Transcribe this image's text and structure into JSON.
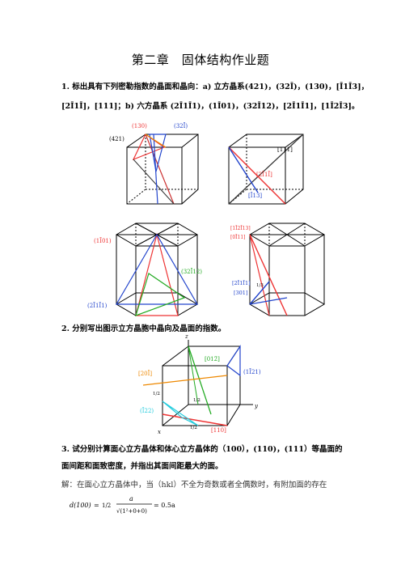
{
  "title": "第二章　固体结构作业题",
  "q1": {
    "line1": "1. 标出具有下列密勒指数的晶面和晶向：a) 立方晶系(421)，(32Ī)，(130)，[Ī1Ī3]，",
    "line2": "[2Ī1Ī]，[111]；b) 六方晶系 (2Ī1Ī1)，(1Ī01)，(32Ī12)，[2Ī1Ī1]，[1Ī2Ī3]。"
  },
  "fig1": {
    "cube_a": {
      "l130": "(130)",
      "l32": "(32Ī)",
      "l421": "(421)"
    },
    "cube_b": {
      "l111": "[111]",
      "l211": "[2Ī1Ī]",
      "l113": "[Ī13]"
    },
    "hex_a": {
      "l1101": "(1Ī01)",
      "l3212": "(32Ī12)",
      "l2111": "(2Ī1Ī1)"
    },
    "hex_b": {
      "l1213": "[1Ī2Ī13]",
      "l0111": "[0Ī11]",
      "l2111": "[2Ī1Ī1]",
      "l301": "[301]",
      "frac": "1/3"
    }
  },
  "q2": {
    "text": "2. 分别写出图示立方晶胞中晶向及晶面的指数。"
  },
  "fig2": {
    "z": "z",
    "y": "y",
    "x": "x",
    "d012": "[012̄]",
    "d201": "[20Ī]",
    "p121": "(1Ī21)",
    "p122": "(Ī22)",
    "d110": "[110]",
    "half1": "1/2",
    "half2": "1/2",
    "half3": "1/2"
  },
  "q3": {
    "line1": "3. 试分别计算面心立方晶体和体心立方晶体的（100），(110)，(111）等晶面的",
    "line2": "面间距和面致密度，并指出其面间距最大的面。"
  },
  "answer": "解：在面心立方晶体中，当（hkl）不全为奇数或者全偶数时，有附加面的存在",
  "formula": {
    "lhs": "d(100)",
    "coef": "1/2",
    "num": "a",
    "den": "√(1²+0+0)",
    "rhs": "= 0.5a"
  }
}
